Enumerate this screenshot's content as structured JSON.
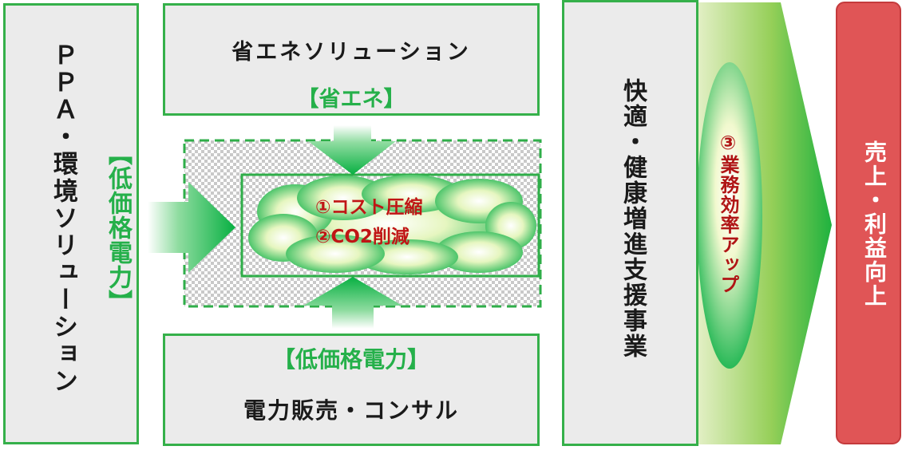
{
  "left_panel": {
    "title": "ＰＰＡ・環境ソリューション",
    "subtitle": "【低価格電力】"
  },
  "top_panel": {
    "title": "省エネソリューション",
    "subtitle": "【省エネ】"
  },
  "bottom_panel": {
    "subtitle": "【低価格電力】",
    "title": "電力販売・コンサル"
  },
  "center_benefits": [
    "①コスト圧縮",
    "②CO2削減"
  ],
  "right_panel": {
    "title": "快適・健康増進支援事業",
    "benefit": "③業務効率アップ"
  },
  "result": {
    "title": "売上・利益向上"
  },
  "colors": {
    "green": "#25b04a",
    "border_green": "#35b04a",
    "box_gray": "#ebebeb",
    "red_text": "#c01515",
    "result_red": "#e05556"
  }
}
